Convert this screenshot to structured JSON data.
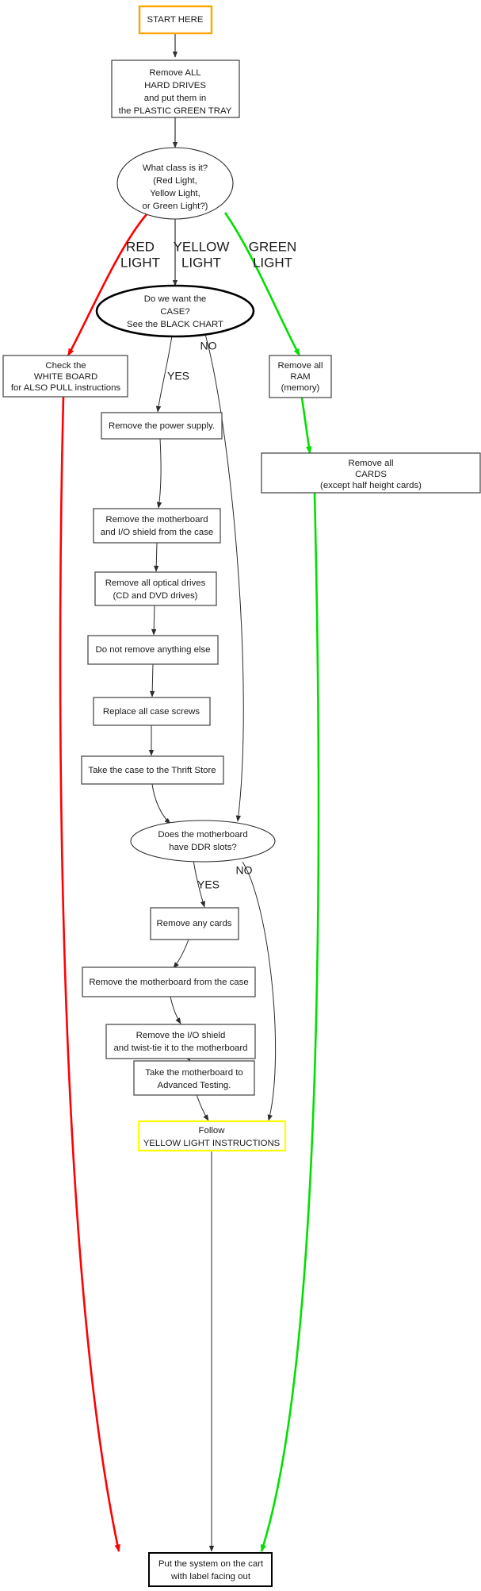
{
  "chart_data": {
    "type": "diagram",
    "title": "Computer Teardown Triage Flowchart",
    "diagram_kind": "flowchart",
    "colors": {
      "start_border": "#ffa500",
      "red_path": "#ff0000",
      "green_path": "#00e000",
      "yellow_border": "#ffff00",
      "default_border": "#4d4d4d",
      "text": "#1a1a1a",
      "background": "#ffffff"
    },
    "nodes": [
      {
        "id": "start",
        "shape": "box",
        "lines": [
          "START HERE"
        ]
      },
      {
        "id": "hard_drives",
        "shape": "box",
        "lines": [
          "Remove ALL",
          "HARD DRIVES",
          "and put them in",
          "the PLASTIC GREEN TRAY"
        ]
      },
      {
        "id": "what_class",
        "shape": "ellipse",
        "lines": [
          "What class is it?",
          "(Red Light,",
          "Yellow Light,",
          "or Green Light?)"
        ]
      },
      {
        "id": "want_case",
        "shape": "ellipse",
        "lines": [
          "Do we want the",
          "CASE?",
          "See the BLACK CHART"
        ]
      },
      {
        "id": "white_board",
        "shape": "box",
        "lines": [
          "Check the",
          "WHITE BOARD",
          "for ALSO PULL instructions"
        ]
      },
      {
        "id": "remove_ram",
        "shape": "box",
        "lines": [
          "Remove all",
          "RAM",
          "(memory)"
        ]
      },
      {
        "id": "remove_cards_g",
        "shape": "box",
        "lines": [
          "Remove all",
          "CARDS",
          "(except half height cards)"
        ]
      },
      {
        "id": "power_supply",
        "shape": "box",
        "lines": [
          "Remove the power supply."
        ]
      },
      {
        "id": "mobo_io",
        "shape": "box",
        "lines": [
          "Remove the motherboard",
          "and I/O shield from the case"
        ]
      },
      {
        "id": "optical",
        "shape": "box",
        "lines": [
          "Remove all optical drives",
          "(CD and DVD drives)"
        ]
      },
      {
        "id": "nothing_else",
        "shape": "box",
        "lines": [
          "Do not remove anything else"
        ]
      },
      {
        "id": "case_screws",
        "shape": "box",
        "lines": [
          "Replace all case screws"
        ]
      },
      {
        "id": "thrift",
        "shape": "box",
        "lines": [
          "Take the case to the Thrift Store"
        ]
      },
      {
        "id": "ddr_slots",
        "shape": "ellipse",
        "lines": [
          "Does the motherboard",
          "have DDR slots?"
        ]
      },
      {
        "id": "any_cards",
        "shape": "box",
        "lines": [
          "Remove any cards"
        ]
      },
      {
        "id": "mobo_from_case",
        "shape": "box",
        "lines": [
          "Remove the motherboard from the case"
        ]
      },
      {
        "id": "io_shield",
        "shape": "box",
        "lines": [
          "Remove the I/O shield",
          "and twist-tie it to the motherboard"
        ]
      },
      {
        "id": "adv_testing",
        "shape": "box",
        "lines": [
          "Take the motherboard to",
          "Advanced Testing."
        ]
      },
      {
        "id": "follow_yellow",
        "shape": "box",
        "lines": [
          "Follow",
          "YELLOW LIGHT INSTRUCTIONS"
        ]
      },
      {
        "id": "on_cart",
        "shape": "box",
        "lines": [
          "Put the system on the cart",
          "with label facing out"
        ]
      }
    ],
    "edge_labels": [
      {
        "id": "red_light",
        "lines": [
          "RED",
          "LIGHT"
        ]
      },
      {
        "id": "yellow_light",
        "lines": [
          "YELLOW",
          "LIGHT"
        ]
      },
      {
        "id": "green_light",
        "lines": [
          "GREEN",
          "LIGHT"
        ]
      },
      {
        "id": "case_no",
        "lines": [
          "NO"
        ]
      },
      {
        "id": "case_yes",
        "lines": [
          "YES"
        ]
      },
      {
        "id": "ddr_no",
        "lines": [
          "NO"
        ]
      },
      {
        "id": "ddr_yes",
        "lines": [
          "YES"
        ]
      }
    ]
  }
}
